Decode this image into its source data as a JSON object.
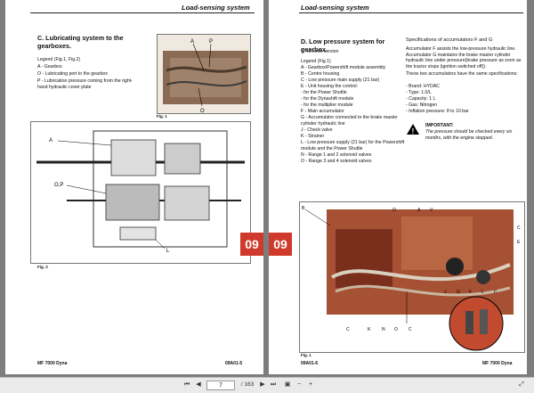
{
  "left_page": {
    "header": "Load-sensing system",
    "section_title": "C.  Lubricating system to the gearboxes.",
    "legend_title": "Legend (Fig.1, Fig.2)",
    "legend": [
      "A  -  Gearbox",
      "O  -  Lubricating port to the gearbox",
      "P  -  Lubrication pressure coming from the right-hand hydraulic cover plate"
    ],
    "fig1_labels": [
      "A",
      "P",
      "O"
    ],
    "fig1_caption": "Fig. 1",
    "fig2_labels": [
      "A",
      "O,P",
      "L"
    ],
    "fig2_caption": "Fig. 2",
    "tab": "09",
    "footer_left": "MF 7000 Dyna",
    "footer_right": "09A01-5"
  },
  "right_page": {
    "header": "Load-sensing system",
    "section_title": "D. Low pressure system for gearbox.",
    "version": "1. 40 km/h version",
    "legend_title": "Legend (Fig.1)",
    "legend": [
      "A  -  Gearbox/Powershift module assembly",
      "B  -  Centre housing",
      "C  -  Low pressure main supply (21 bar)",
      "E  -  Unit housing the control:",
      "       - for the Power Shuttle",
      "       - for the Dynashift module",
      "       - for the multiplier module",
      "F  -  Main accumulator",
      "G  -  Accumulator connected to the brake master cylinder hydraulic line",
      "J  -  Check valve",
      "K  -  Strainer",
      "L  -  Low pressure supply (21 bar) for the Powershift module and the Power Shuttle",
      "N  -  Range 1 and 2 solenoid valves",
      "O  -  Range 3 and 4 solenoid valves"
    ],
    "spec_title": "Specifications of accumulators F and G",
    "spec_text": "Accumulator F assists the low-pressure hydraulic line. Accumulator G maintains the brake master cylinder hydraulic line under pressure(brake pressure as soon as the tractor stops (ignition switched off)).",
    "spec_intro": "These two accumulators have the same specifications:",
    "specs": [
      "-  Brand: HYDAC",
      "-  Type: 1.0/L",
      "-  Capacity: 1 L",
      "-  Gas: Nitrogen",
      "-  Inflation pressure: 8 to 10 bar"
    ],
    "important_title": "IMPORTANT:",
    "important_text": "The pressure should be checked every six months, with the engine stopped.",
    "photo_labels": [
      "B",
      "O",
      "A",
      "V",
      "C",
      "E",
      "J",
      "G",
      "F",
      "L",
      "C",
      "C",
      "K",
      "N",
      "O",
      "C"
    ],
    "fig1_caption": "Fig. 1",
    "tab": "09",
    "footer_left": "09A01-6",
    "footer_right": "MF 7000 Dyna"
  },
  "toolbar": {
    "first_icon": "first-page-icon",
    "prev_icon": "prev-page-icon",
    "page_value": "7",
    "total_pages": "/ 163",
    "next_icon": "next-page-icon",
    "last_icon": "last-page-icon",
    "extra_icons": [
      "fit-page-icon",
      "zoom-out-icon",
      "zoom-in-icon",
      "fullscreen-icon"
    ]
  },
  "colors": {
    "tab": "#d03a2d",
    "viewer_bg": "#7d7d7d",
    "toolbar_bg": "#eaeaea"
  }
}
